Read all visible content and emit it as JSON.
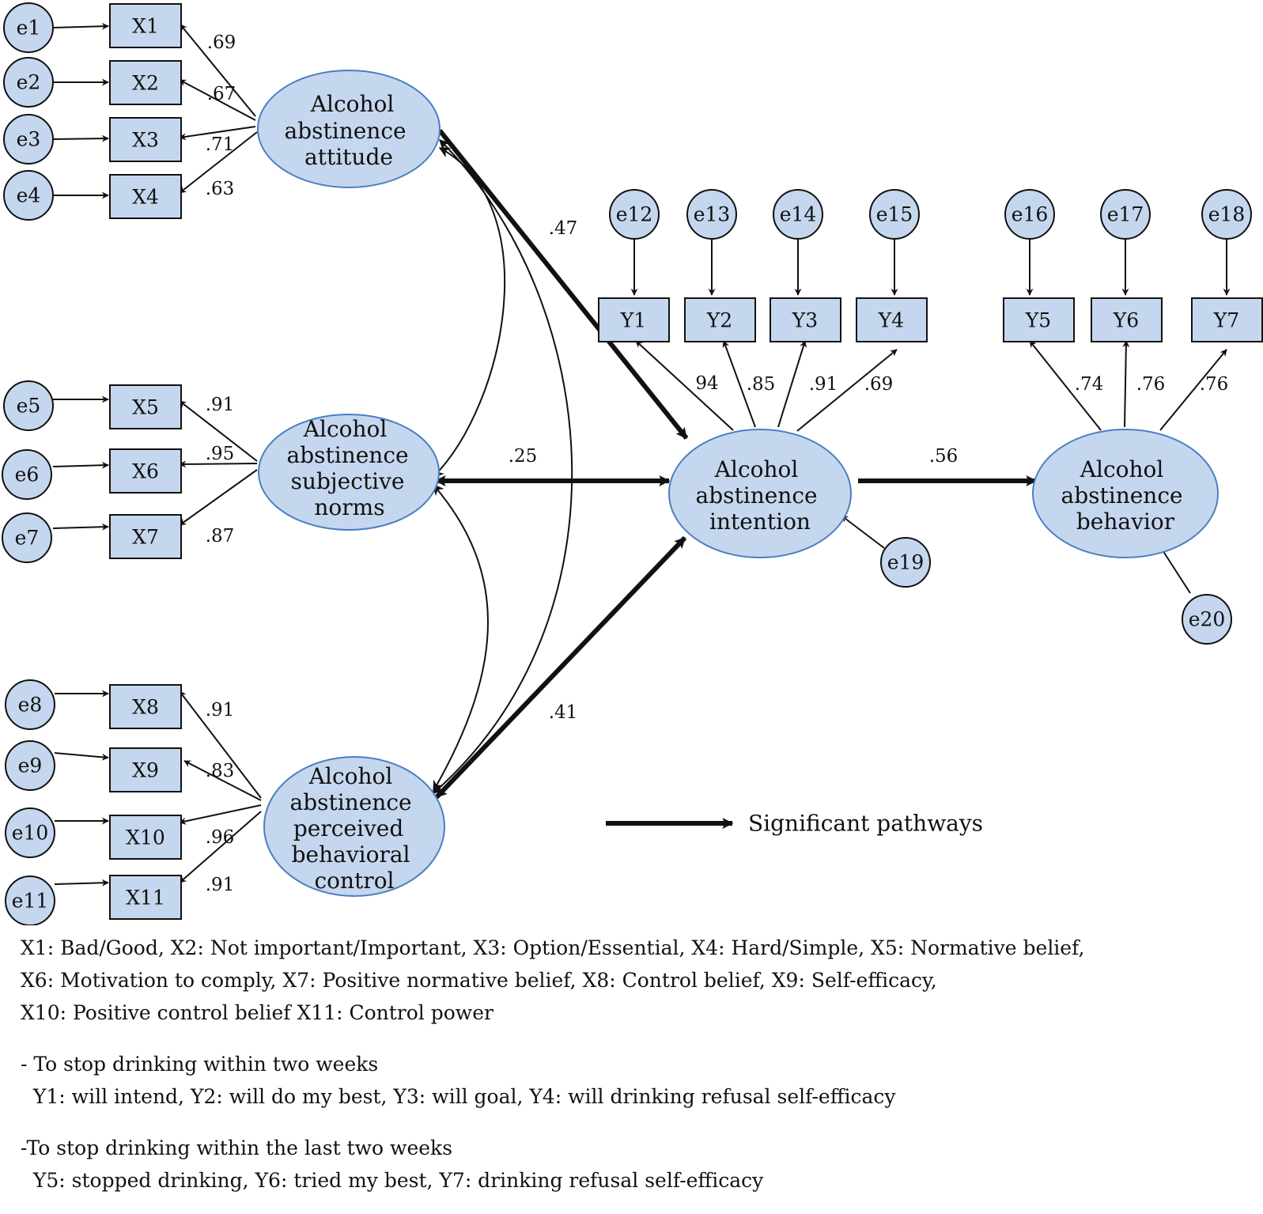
{
  "latent": {
    "attitude": [
      "Alcohol",
      "abstinence",
      "attitude"
    ],
    "norms": [
      "Alcohol",
      "abstinence",
      "subjective",
      "norms"
    ],
    "control": [
      "Alcohol",
      "abstinence",
      "perceived",
      "behavioral",
      "control"
    ],
    "intention": [
      "Alcohol",
      "abstinence",
      "intention"
    ],
    "behavior": [
      "Alcohol",
      "abstinence",
      "behavior"
    ]
  },
  "indicators": {
    "x": [
      "X1",
      "X2",
      "X3",
      "X4",
      "X5",
      "X6",
      "X7",
      "X8",
      "X9",
      "X10",
      "X11"
    ],
    "y": [
      "Y1",
      "Y2",
      "Y3",
      "Y4",
      "Y5",
      "Y6",
      "Y7"
    ]
  },
  "errors": [
    "e1",
    "e2",
    "e3",
    "e4",
    "e5",
    "e6",
    "e7",
    "e8",
    "e9",
    "e10",
    "e11",
    "e12",
    "e13",
    "e14",
    "e15",
    "e16",
    "e17",
    "e18",
    "e19",
    "e20"
  ],
  "loadings": {
    "x": [
      ".69",
      ".67",
      ".71",
      ".63",
      ".91",
      ".95",
      ".87",
      ".91",
      ".83",
      ".96",
      ".91"
    ],
    "y": [
      "94",
      ".85",
      ".91",
      ".69",
      ".74",
      ".76",
      ".76"
    ]
  },
  "paths": {
    "attitude_to_intention": ".47",
    "norms_to_intention": ".25",
    "control_to_intention": ".41",
    "intention_to_behavior": ".56"
  },
  "legend": {
    "label": "Significant pathways"
  },
  "notes": {
    "x_line1": "X1: Bad/Good, X2: Not important/Important, X3: Option/Essential, X4: Hard/Simple, X5: Normative belief,",
    "x_line2": "X6: Motivation to comply, X7: Positive normative belief, X8: Control belief, X9: Self-efficacy,",
    "x_line3": "X10: Positive control belief X11: Control power",
    "y_head1": "- To stop drinking within two weeks",
    "y_line1": "  Y1: will intend, Y2: will do my best, Y3: will goal, Y4: will drinking refusal self-efficacy",
    "y_head2": "-To stop drinking within the last two weeks",
    "y_line2": "  Y5: stopped drinking, Y6: tried my best, Y7: drinking refusal self-efficacy"
  },
  "colors": {
    "fill": "#c5d7ee",
    "stroke": "#4a7fc1",
    "line": "#111111"
  }
}
